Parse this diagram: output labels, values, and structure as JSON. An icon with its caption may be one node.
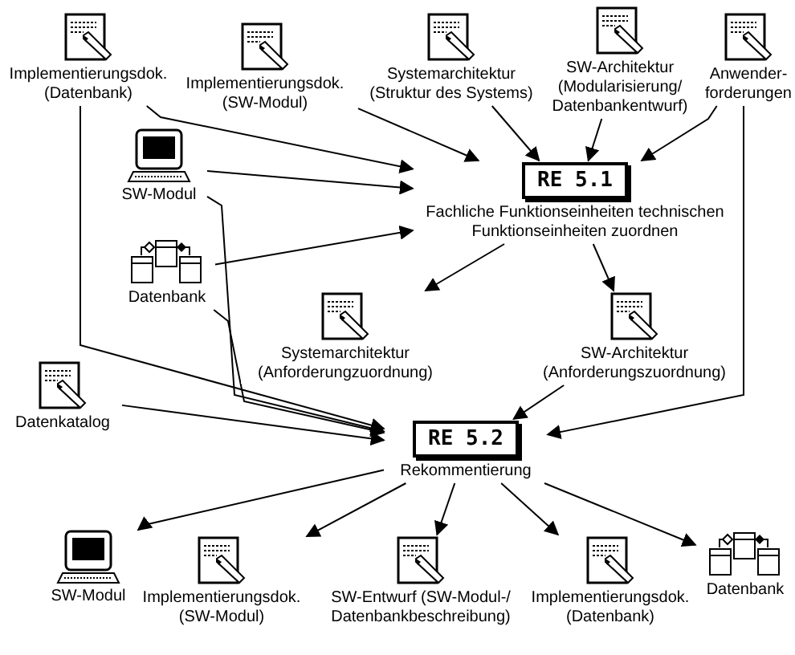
{
  "diagram": {
    "nodes": [
      {
        "text": [
          "Implementierungsdok. (Datenbank)"
        ]
      },
      {
        "text": [
          "Implementierungsdok. (SW-Modul)"
        ]
      },
      {
        "text": [
          "Systemarchitektur (Struktur des Systems)"
        ]
      },
      {
        "text": [
          "SW-Architektur (Modularisierung/ Datenbankentwurf)"
        ]
      },
      {
        "text": [
          "Anwender- forderungen"
        ]
      },
      {
        "text": [
          "SW-Modul"
        ]
      },
      {
        "text": [
          "RE 5.1",
          "Fachliche Funktionseinheiten technischen Funktionseinheiten zuordnen"
        ]
      },
      {
        "text": [
          "Datenbank"
        ]
      },
      {
        "text": [
          "Systemarchitektur (Anforderungzuordnung)"
        ]
      },
      {
        "text": [
          "SW-Architektur (Anforderungszuordnung)"
        ]
      },
      {
        "text": [
          "Datenkatalog"
        ]
      },
      {
        "text": [
          "RE 5.2",
          "Rekommentierung"
        ]
      },
      {
        "text": [
          "SW-Modul"
        ]
      },
      {
        "text": [
          "Implementierungsdok. (SW-Modul)"
        ]
      },
      {
        "text": [
          "SW-Entwurf (SW-Modul-/ Datenbankbeschreibung)"
        ]
      },
      {
        "text": [
          "Implementierungsdok. (Datenbank)"
        ]
      },
      {
        "text": [
          "Datenbank"
        ]
      }
    ],
    "edges": [
      {
        "from": 0,
        "to": 6,
        "arrow": "to"
      },
      {
        "from": 1,
        "to": 6,
        "arrow": "to"
      },
      {
        "from": 2,
        "to": 6,
        "arrow": "to"
      },
      {
        "from": 3,
        "to": 6,
        "arrow": "to"
      },
      {
        "from": 4,
        "to": 6,
        "arrow": "to"
      },
      {
        "from": 5,
        "to": 6,
        "arrow": "to"
      },
      {
        "from": 7,
        "to": 6,
        "arrow": "to"
      },
      {
        "from": 6,
        "to": 8,
        "arrow": "to"
      },
      {
        "from": 6,
        "to": 9,
        "arrow": "to"
      },
      {
        "from": 0,
        "to": 11,
        "arrow": "to"
      },
      {
        "from": 4,
        "to": 11,
        "arrow": "to"
      },
      {
        "from": 5,
        "to": 11,
        "arrow": "to"
      },
      {
        "from": 7,
        "to": 11,
        "arrow": "to"
      },
      {
        "from": 10,
        "to": 11,
        "arrow": "to"
      },
      {
        "from": 9,
        "to": 11,
        "arrow": "to"
      },
      {
        "from": 11,
        "to": 12,
        "arrow": "to"
      },
      {
        "from": 11,
        "to": 13,
        "arrow": "to"
      },
      {
        "from": 11,
        "to": 14,
        "arrow": "to"
      },
      {
        "from": 11,
        "to": 15,
        "arrow": "to"
      },
      {
        "from": 11,
        "to": 16,
        "arrow": "to"
      }
    ]
  }
}
